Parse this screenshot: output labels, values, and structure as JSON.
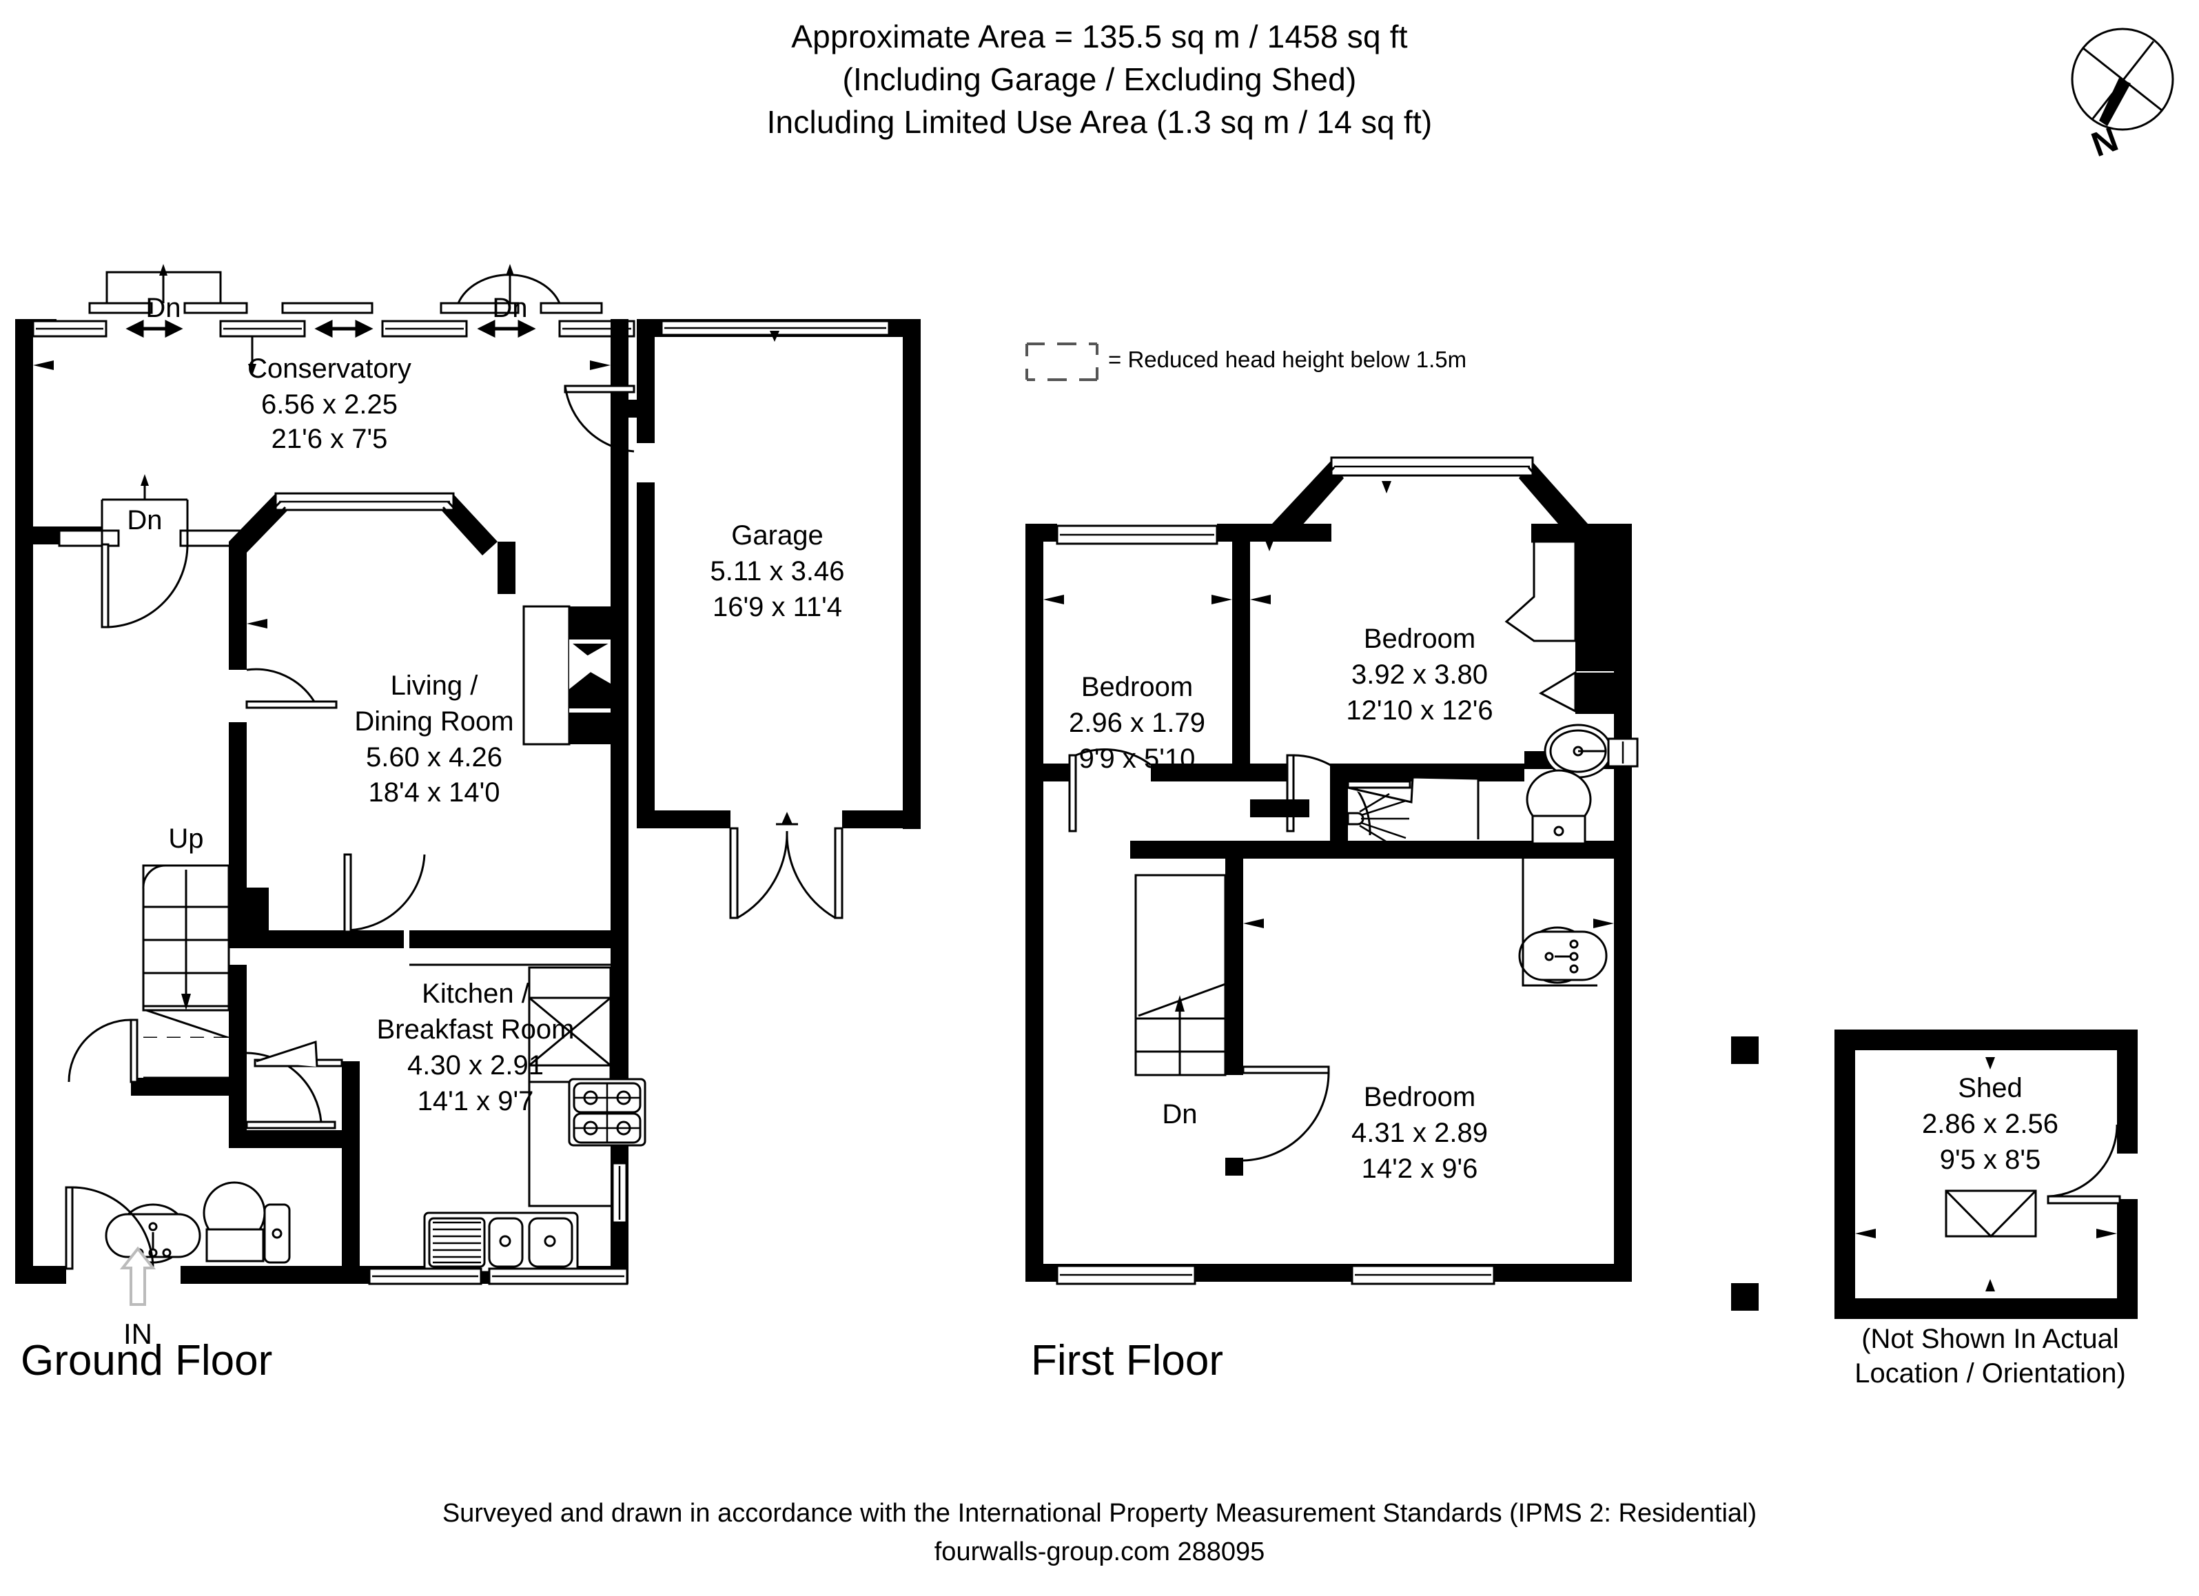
{
  "header": {
    "line1": "Approximate  Area = 135.5 sq m / 1458 sq ft",
    "line2": "(Including Garage / Excluding Shed)",
    "line3": "Including Limited Use Area (1.3 sq m / 14 sq ft)"
  },
  "compass": {
    "north_label": "N",
    "icon": "compass-rose"
  },
  "legend": {
    "text": "= Reduced head height below 1.5m",
    "swatch": "dashed-rectangle"
  },
  "floors": [
    {
      "id": "ground",
      "label": "Ground Floor"
    },
    {
      "id": "first",
      "label": "First Floor"
    }
  ],
  "rooms": [
    {
      "id": "conservatory",
      "name": "Conservatory",
      "metric": "6.56 x 2.25",
      "imperial": "21'6 x 7'5",
      "floor": "ground"
    },
    {
      "id": "living-dining",
      "name_line1": "Living /",
      "name_line2": "Dining Room",
      "metric": "5.60 x 4.26",
      "imperial": "18'4 x 14'0",
      "floor": "ground"
    },
    {
      "id": "kitchen-breakfast",
      "name_line1": "Kitchen /",
      "name_line2": "Breakfast Room",
      "metric": "4.30 x 2.91",
      "imperial": "14'1 x 9'7",
      "floor": "ground"
    },
    {
      "id": "garage",
      "name": "Garage",
      "metric": "5.11 x 3.46",
      "imperial": "16'9 x 11'4",
      "floor": "ground"
    },
    {
      "id": "bedroom-3",
      "name": "Bedroom",
      "metric": "2.96 x 1.79",
      "imperial": "9'9 x 5'10",
      "floor": "first"
    },
    {
      "id": "bedroom-1",
      "name": "Bedroom",
      "metric": "3.92 x 3.80",
      "imperial": "12'10 x 12'6",
      "floor": "first"
    },
    {
      "id": "bedroom-2",
      "name": "Bedroom",
      "metric": "4.31 x 2.89",
      "imperial": "14'2 x 9'6",
      "floor": "first"
    },
    {
      "id": "shed",
      "name": "Shed",
      "metric": "2.86 x 2.56",
      "imperial": "9'5 x 8'5",
      "floor": "outbuilding"
    }
  ],
  "stair_markers": [
    {
      "id": "dn-conservatory-left",
      "label": "Dn"
    },
    {
      "id": "dn-conservatory-right",
      "label": "Dn"
    },
    {
      "id": "dn-side-door",
      "label": "Dn"
    },
    {
      "id": "up-ground-stairs",
      "label": "Up"
    },
    {
      "id": "dn-first-stairs",
      "label": "Dn"
    }
  ],
  "entrance": {
    "label": "IN",
    "icon": "entrance-arrow-icon"
  },
  "shed_note": {
    "line1": "(Not Shown In Actual",
    "line2": "Location / Orientation)"
  },
  "footer": {
    "line1": "Surveyed and drawn in accordance with the International Property Measurement Standards (IPMS 2: Residential)",
    "line2": "fourwalls-group.com 288095"
  },
  "colors": {
    "wall": "#000000",
    "background": "#ffffff",
    "line": "#000000"
  }
}
